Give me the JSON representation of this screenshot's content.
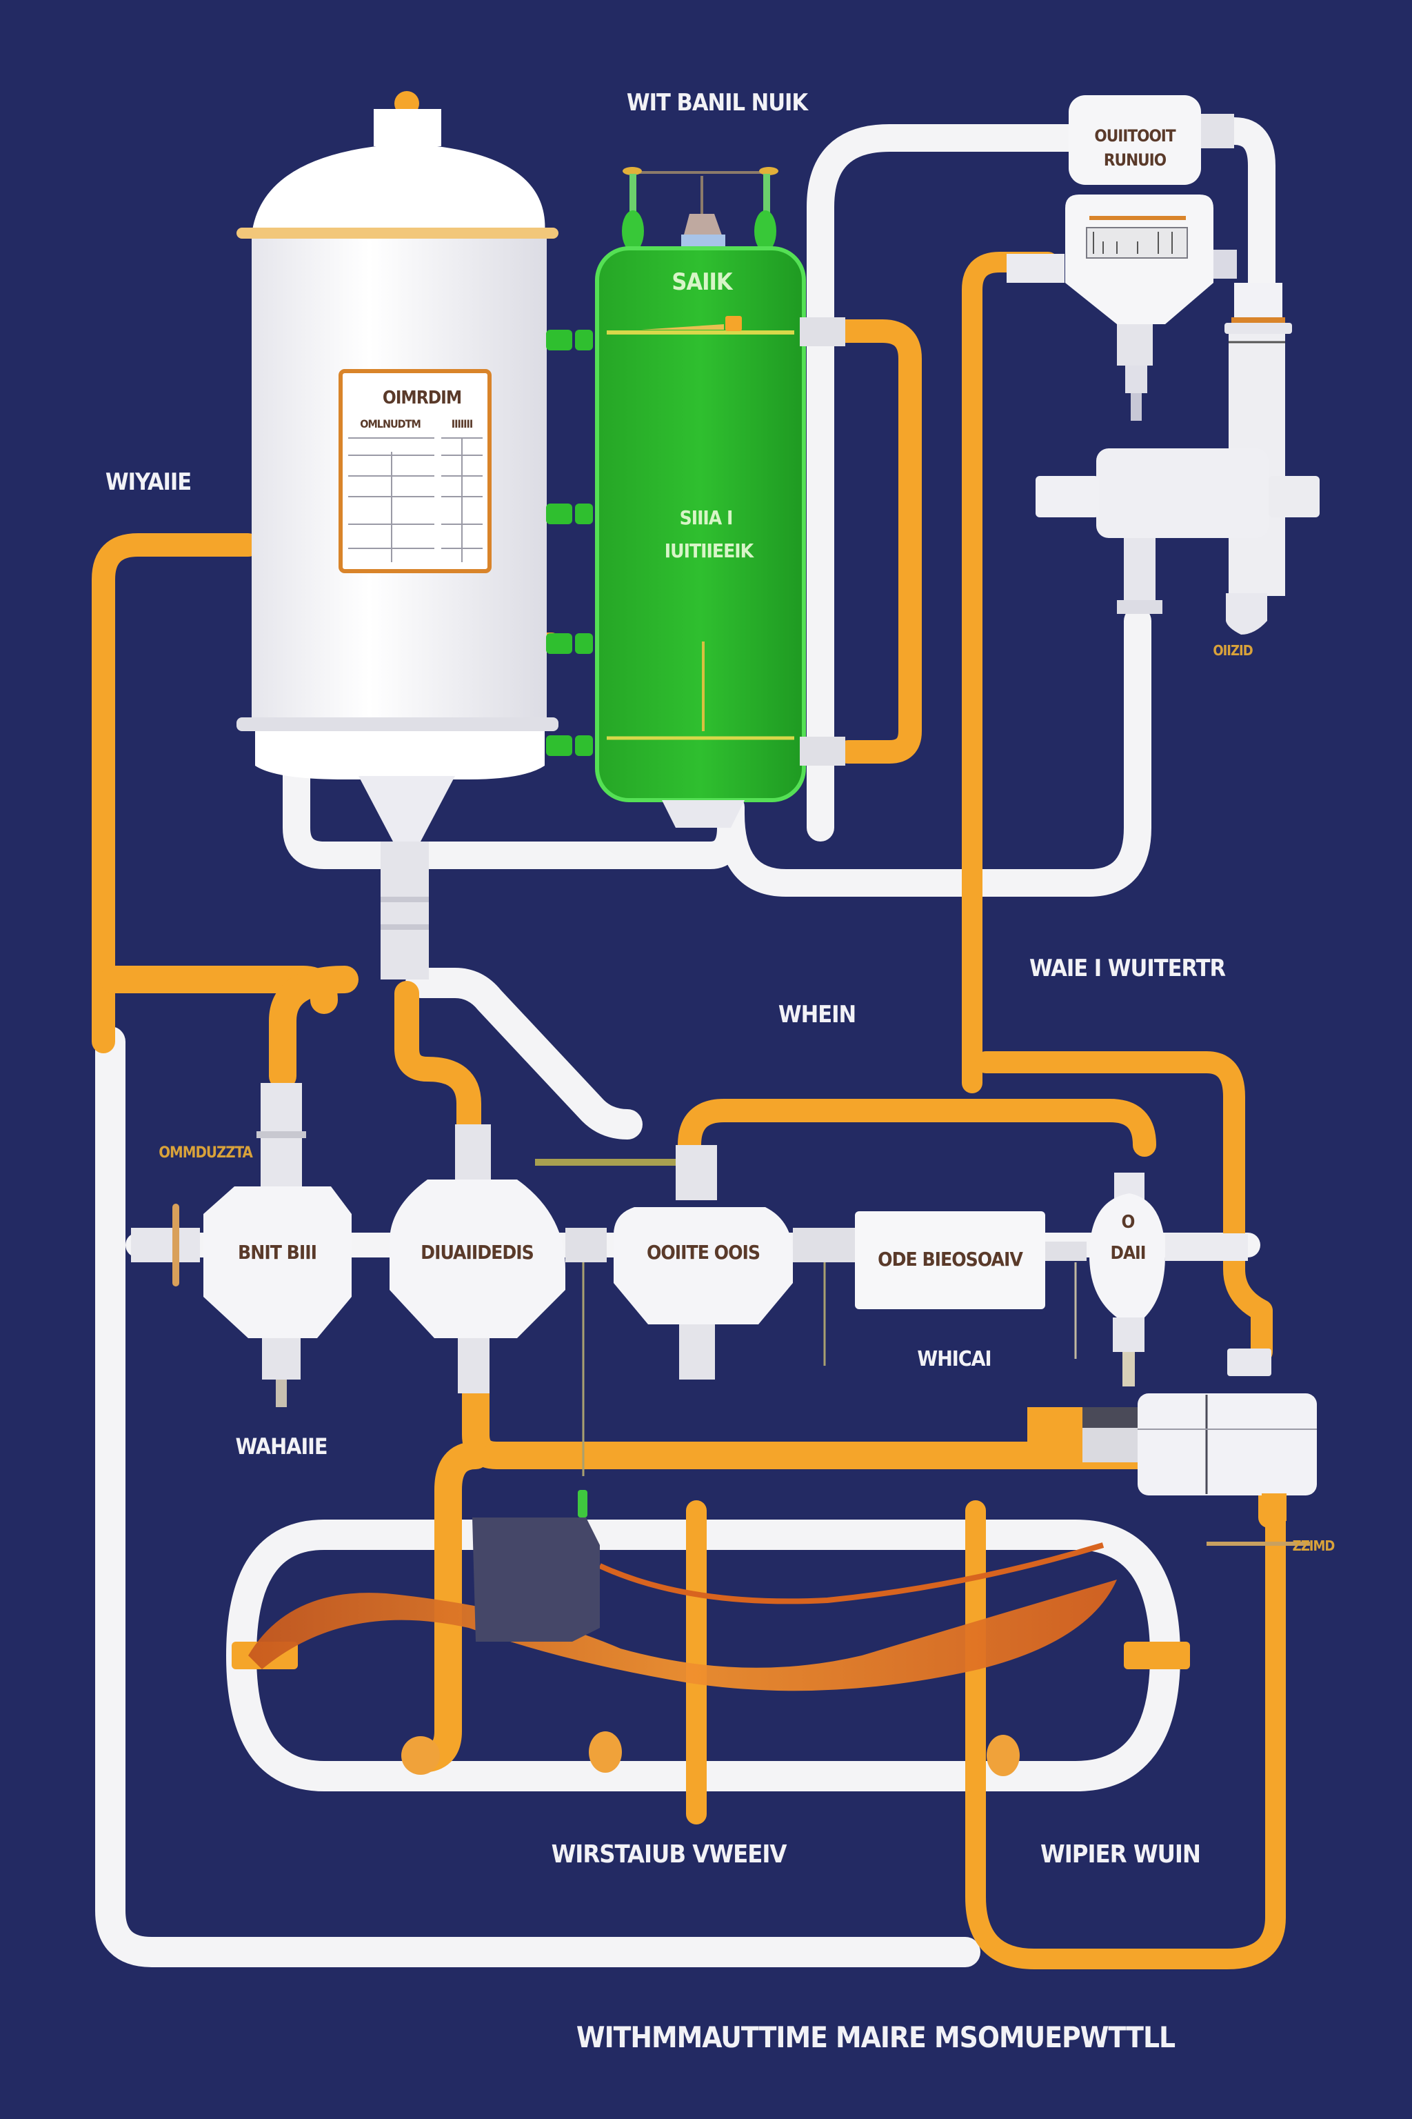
{
  "diagram": {
    "title": "WITHMMAUTTIME MAIRE MSOMUEPWTTLL",
    "colors": {
      "background": "#232a63",
      "white_pipe": "#f4f4f6",
      "orange_pipe": "#f5a52a",
      "green_tank": "#2bb52b",
      "label_dark": "#5a3a2a",
      "label_gold": "#d9a23a"
    },
    "labels": {
      "top_center": "WIT BANIL NUIK",
      "left_side": "WIYAIIE",
      "center_mid": "WHEIN",
      "right_mid": "WAIE I WUITERTR",
      "meter_right": "WHICAI",
      "left_low": "WAHAIIE",
      "bottom_left": "WIRSTAIUB VWEEIV",
      "bottom_right": "WIPIER WUIN",
      "gold_left": "OMMDUZZTA",
      "gold_right_top": "OIIZID",
      "gold_right_low": "ZZIMD"
    },
    "components": {
      "white_tank": {
        "name": "White storage tank",
        "panel_title": "OIMRDIM",
        "panel_sub_left": "OMLNUDTM",
        "panel_sub_right": "IIIIIII"
      },
      "green_tank": {
        "name": "Green filter tank",
        "top_label": "SAIIK",
        "body_line1": "SIIIA I",
        "body_line2": "IUITIIEEIK"
      },
      "top_right_box": {
        "line1": "OUIITOOIT",
        "line2": "RUNUIO"
      },
      "valve_1": {
        "label": "BNIT BIII"
      },
      "valve_2": {
        "label": "DIUAIIDEDIS"
      },
      "valve_3": {
        "label": "OOIITE OOIS"
      },
      "meter_box": {
        "label": "ODE BIEOSOAIV"
      },
      "valve_4": {
        "top": "O",
        "label": "DAII"
      }
    }
  }
}
